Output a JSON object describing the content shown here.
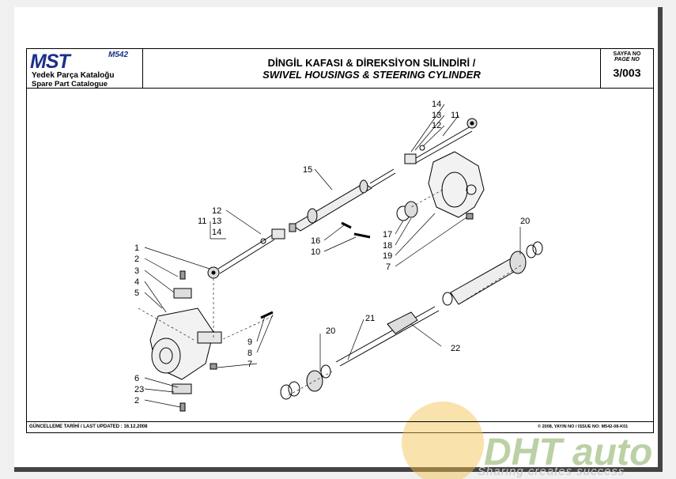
{
  "header": {
    "brand": "MST",
    "model": "M542",
    "catalog_tr": "Yedek Parça Kataloğu",
    "catalog_en": "Spare Part Catalogue",
    "title_tr": "DİNGİL KAFASI & DİREKSİYON SİLİNDİRİ /",
    "title_en": "SWIVEL HOUSINGS & STEERING CYLINDER",
    "page_label_tr": "SAYFA NO",
    "page_label_en": "PAGE NO",
    "page_number": "3/003"
  },
  "callouts": [
    "14",
    "13",
    "12",
    "11",
    "15",
    "12",
    "13",
    "11",
    "14",
    "16",
    "10",
    "17",
    "18",
    "19",
    "7",
    "20",
    "1",
    "2",
    "3",
    "4",
    "5",
    "9",
    "8",
    "7",
    "6",
    "23",
    "2",
    "20",
    "21",
    "22"
  ],
  "footer": {
    "last_updated": "GÜNCELLEME TARİHİ / LAST UPDATED : 16.12.2008",
    "issue": "© 2008, YAYIN NO / ISSUE NO: M542-08-K01"
  },
  "watermark": {
    "logo": "DHT auto",
    "tagline": "Sharing creates success"
  }
}
